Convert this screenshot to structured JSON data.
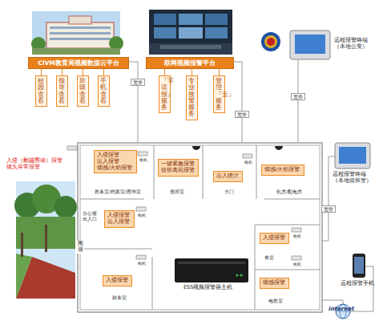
{
  "diagram": {
    "nodes": [
      {
        "text": [
          "CIVM教育局视频数据云平台"
        ]
      },
      {
        "text": [
          "校园查看"
        ]
      },
      {
        "text": [
          "领导查看"
        ]
      },
      {
        "text": [
          "班级查看"
        ]
      },
      {
        "text": [
          "手机查看"
        ]
      },
      {
        "text": [
          "联网视频报警平台"
        ]
      },
      {
        "text": [
          "『零误报』服务"
        ]
      },
      {
        "text": [
          "专业接警服务"
        ]
      },
      {
        "text": [
          "管理『云』服务"
        ]
      },
      {
        "text": [
          "远程报警终端 （本地公安）"
        ]
      },
      {
        "text": [
          "远程报警终端 （本地值班室）"
        ]
      },
      {
        "text": [
          "入侵报警 出入报警 烟感/火焰报警"
        ]
      },
      {
        "text": [
          "一键紧急报警 值班离岗报警"
        ]
      },
      {
        "text": [
          "出入统计"
        ]
      },
      {
        "text": [
          "烟感/火焰报警"
        ]
      },
      {
        "text": [
          "入侵报警 出入报警"
        ]
      },
      {
        "text": [
          "入侵报警"
        ]
      },
      {
        "text": [
          "ESS视频报警器主机"
        ]
      },
      {
        "text": [
          "入侵报警"
        ]
      },
      {
        "text": [
          "烟感报警"
        ]
      },
      {
        "text": [
          "远程报警手机"
        ]
      }
    ],
    "edges": [
      {
        "from": 0,
        "to": 1,
        "arrow": "none"
      },
      {
        "from": 0,
        "to": 2,
        "arrow": "none"
      },
      {
        "from": 0,
        "to": 3,
        "arrow": "none"
      },
      {
        "from": 0,
        "to": 4,
        "arrow": "none"
      },
      {
        "from": 5,
        "to": 6,
        "arrow": "none"
      },
      {
        "from": 5,
        "to": 7,
        "arrow": "none"
      },
      {
        "from": 5,
        "to": 8,
        "arrow": "none"
      }
    ],
    "labels": [
      "宽带",
      "宽带",
      "宽带",
      "宽带",
      "入侵（翻越围墙）报警 镜头异常报警",
      "枪机",
      "枪机",
      "枪机",
      "枪机",
      "枪机",
      "枪机",
      "教务室/档案室/图书室",
      "值班室",
      "大门",
      "机房/配电房",
      "办公楼 出入口",
      "财务室",
      "食堂",
      "电教室",
      "围墙",
      "internet"
    ]
  }
}
